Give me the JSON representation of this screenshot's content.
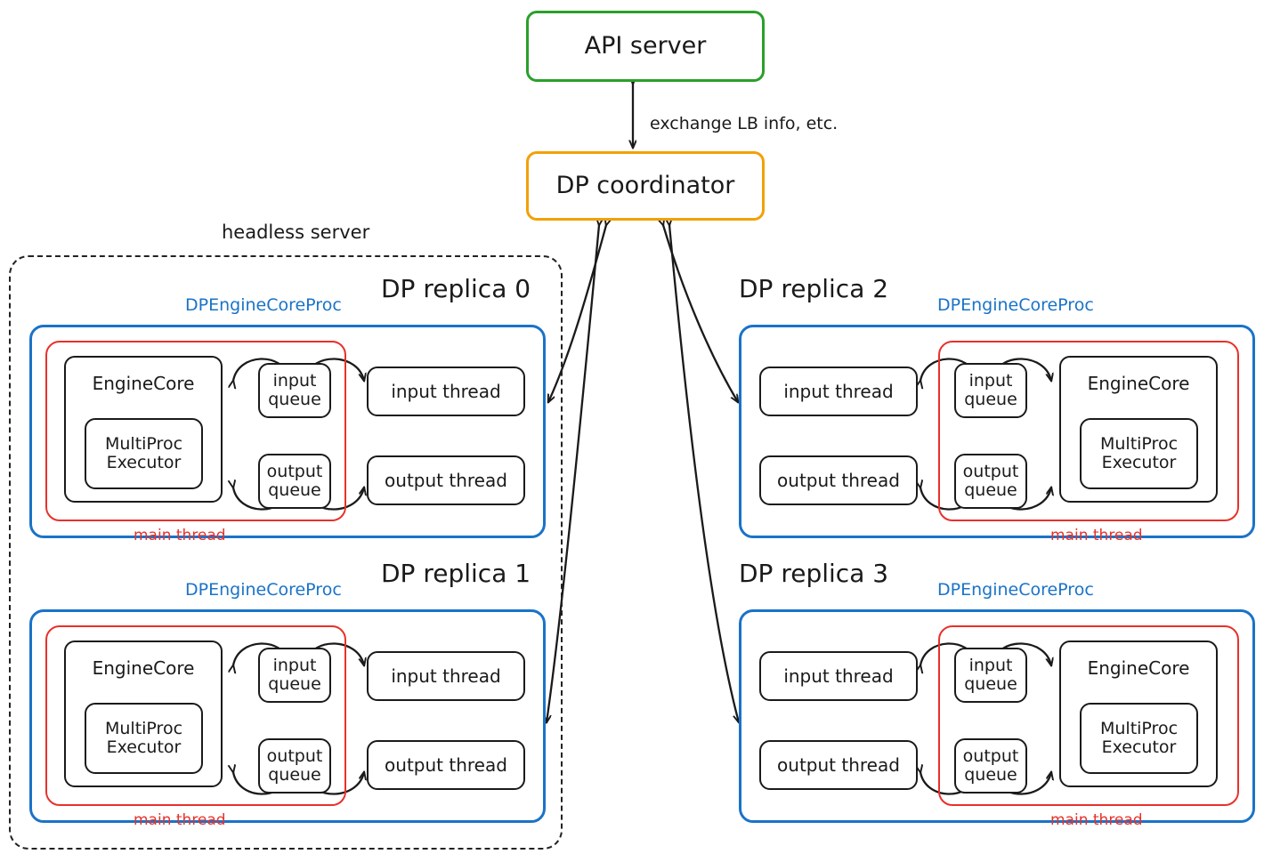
{
  "top": {
    "api_server": "API server",
    "dp_coordinator": "DP coordinator",
    "exchange_label": "exchange LB info, etc."
  },
  "headless_server_label": "headless server",
  "labels": {
    "proc": "DPEngineCoreProc",
    "main_thread": "main thread",
    "engine_core": "EngineCore",
    "multiproc_executor": "MultiProc\nExecutor",
    "input_queue": "input\nqueue",
    "output_queue": "output\nqueue",
    "input_thread": "input thread",
    "output_thread": "output thread"
  },
  "replicas": [
    {
      "title": "DP replica 0",
      "orientation": "engine-left"
    },
    {
      "title": "DP replica 1",
      "orientation": "engine-left"
    },
    {
      "title": "DP replica 2",
      "orientation": "engine-right"
    },
    {
      "title": "DP replica 3",
      "orientation": "engine-right"
    }
  ],
  "colors": {
    "api_server_border": "#2aa02a",
    "coordinator_border": "#f2a007",
    "proc_border": "#1a73c8",
    "main_thread_border": "#e8312a",
    "node_border": "#1a1a1a",
    "headless_border": "#222222"
  }
}
